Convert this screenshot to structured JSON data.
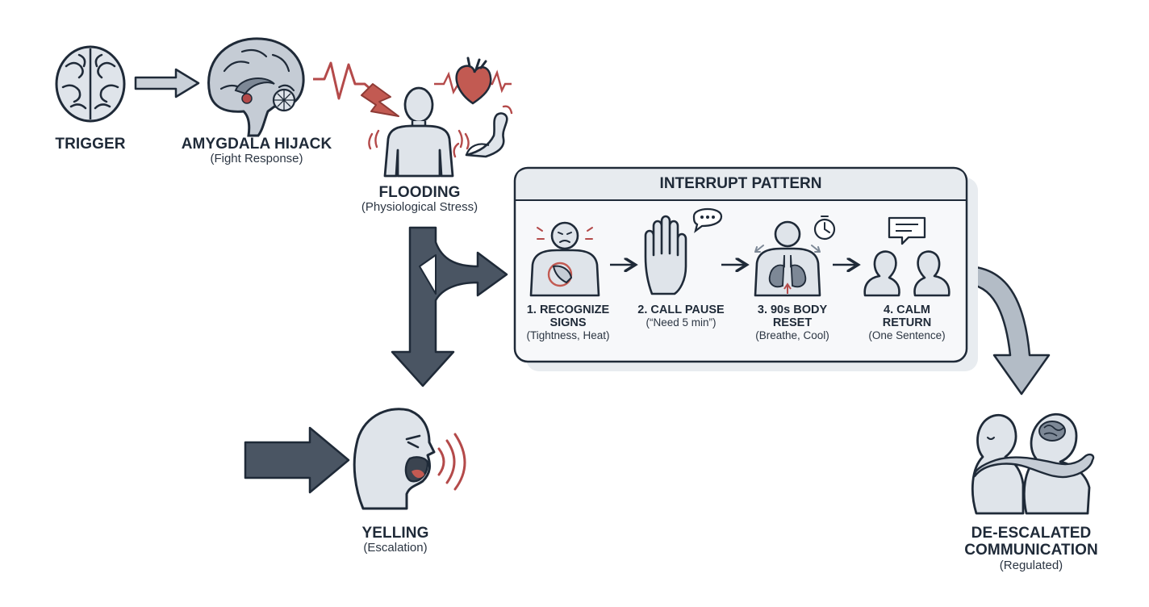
{
  "colors": {
    "ink": "#1f2a38",
    "fill_light": "#dfe4ea",
    "fill_mid": "#c5ccd5",
    "arrow_dark": "#4a5563",
    "arrow_light": "#b3bcc6",
    "accent_red": "#b44a4a",
    "panel_bg": "#f4f6f8"
  },
  "nodes": {
    "trigger": {
      "title": "TRIGGER",
      "icon": "brain-icon"
    },
    "amygdala": {
      "title": "AMYGDALA HIJACK",
      "subtitle": "(Fight Response)",
      "icon": "brain-section-icon"
    },
    "flooding": {
      "title": "FLOODING",
      "subtitle": "(Physiological Stress)",
      "icon": "stressed-person-icon"
    },
    "yelling": {
      "title": "YELLING",
      "subtitle": "(Escalation)",
      "icon": "yelling-face-icon"
    },
    "deescalated": {
      "title": "DE-ESCALATED\nCOMMUNICATION",
      "subtitle": "(Regulated)",
      "icon": "embrace-icon"
    }
  },
  "interrupt_pattern": {
    "title": "INTERRUPT PATTERN",
    "steps": [
      {
        "title": "1. RECOGNIZE\nSIGNS",
        "subtitle": "(Tightness, Heat)",
        "icon": "chest-tension-icon"
      },
      {
        "title": "2. CALL PAUSE",
        "subtitle": "(“Need 5 min”)",
        "icon": "raised-hand-icon"
      },
      {
        "title": "3. 90s BODY\nRESET",
        "subtitle": "(Breathe, Cool)",
        "icon": "lungs-timer-icon"
      },
      {
        "title": "4. CALM\nRETURN",
        "subtitle": "(One Sentence)",
        "icon": "two-people-talk-icon"
      }
    ]
  }
}
